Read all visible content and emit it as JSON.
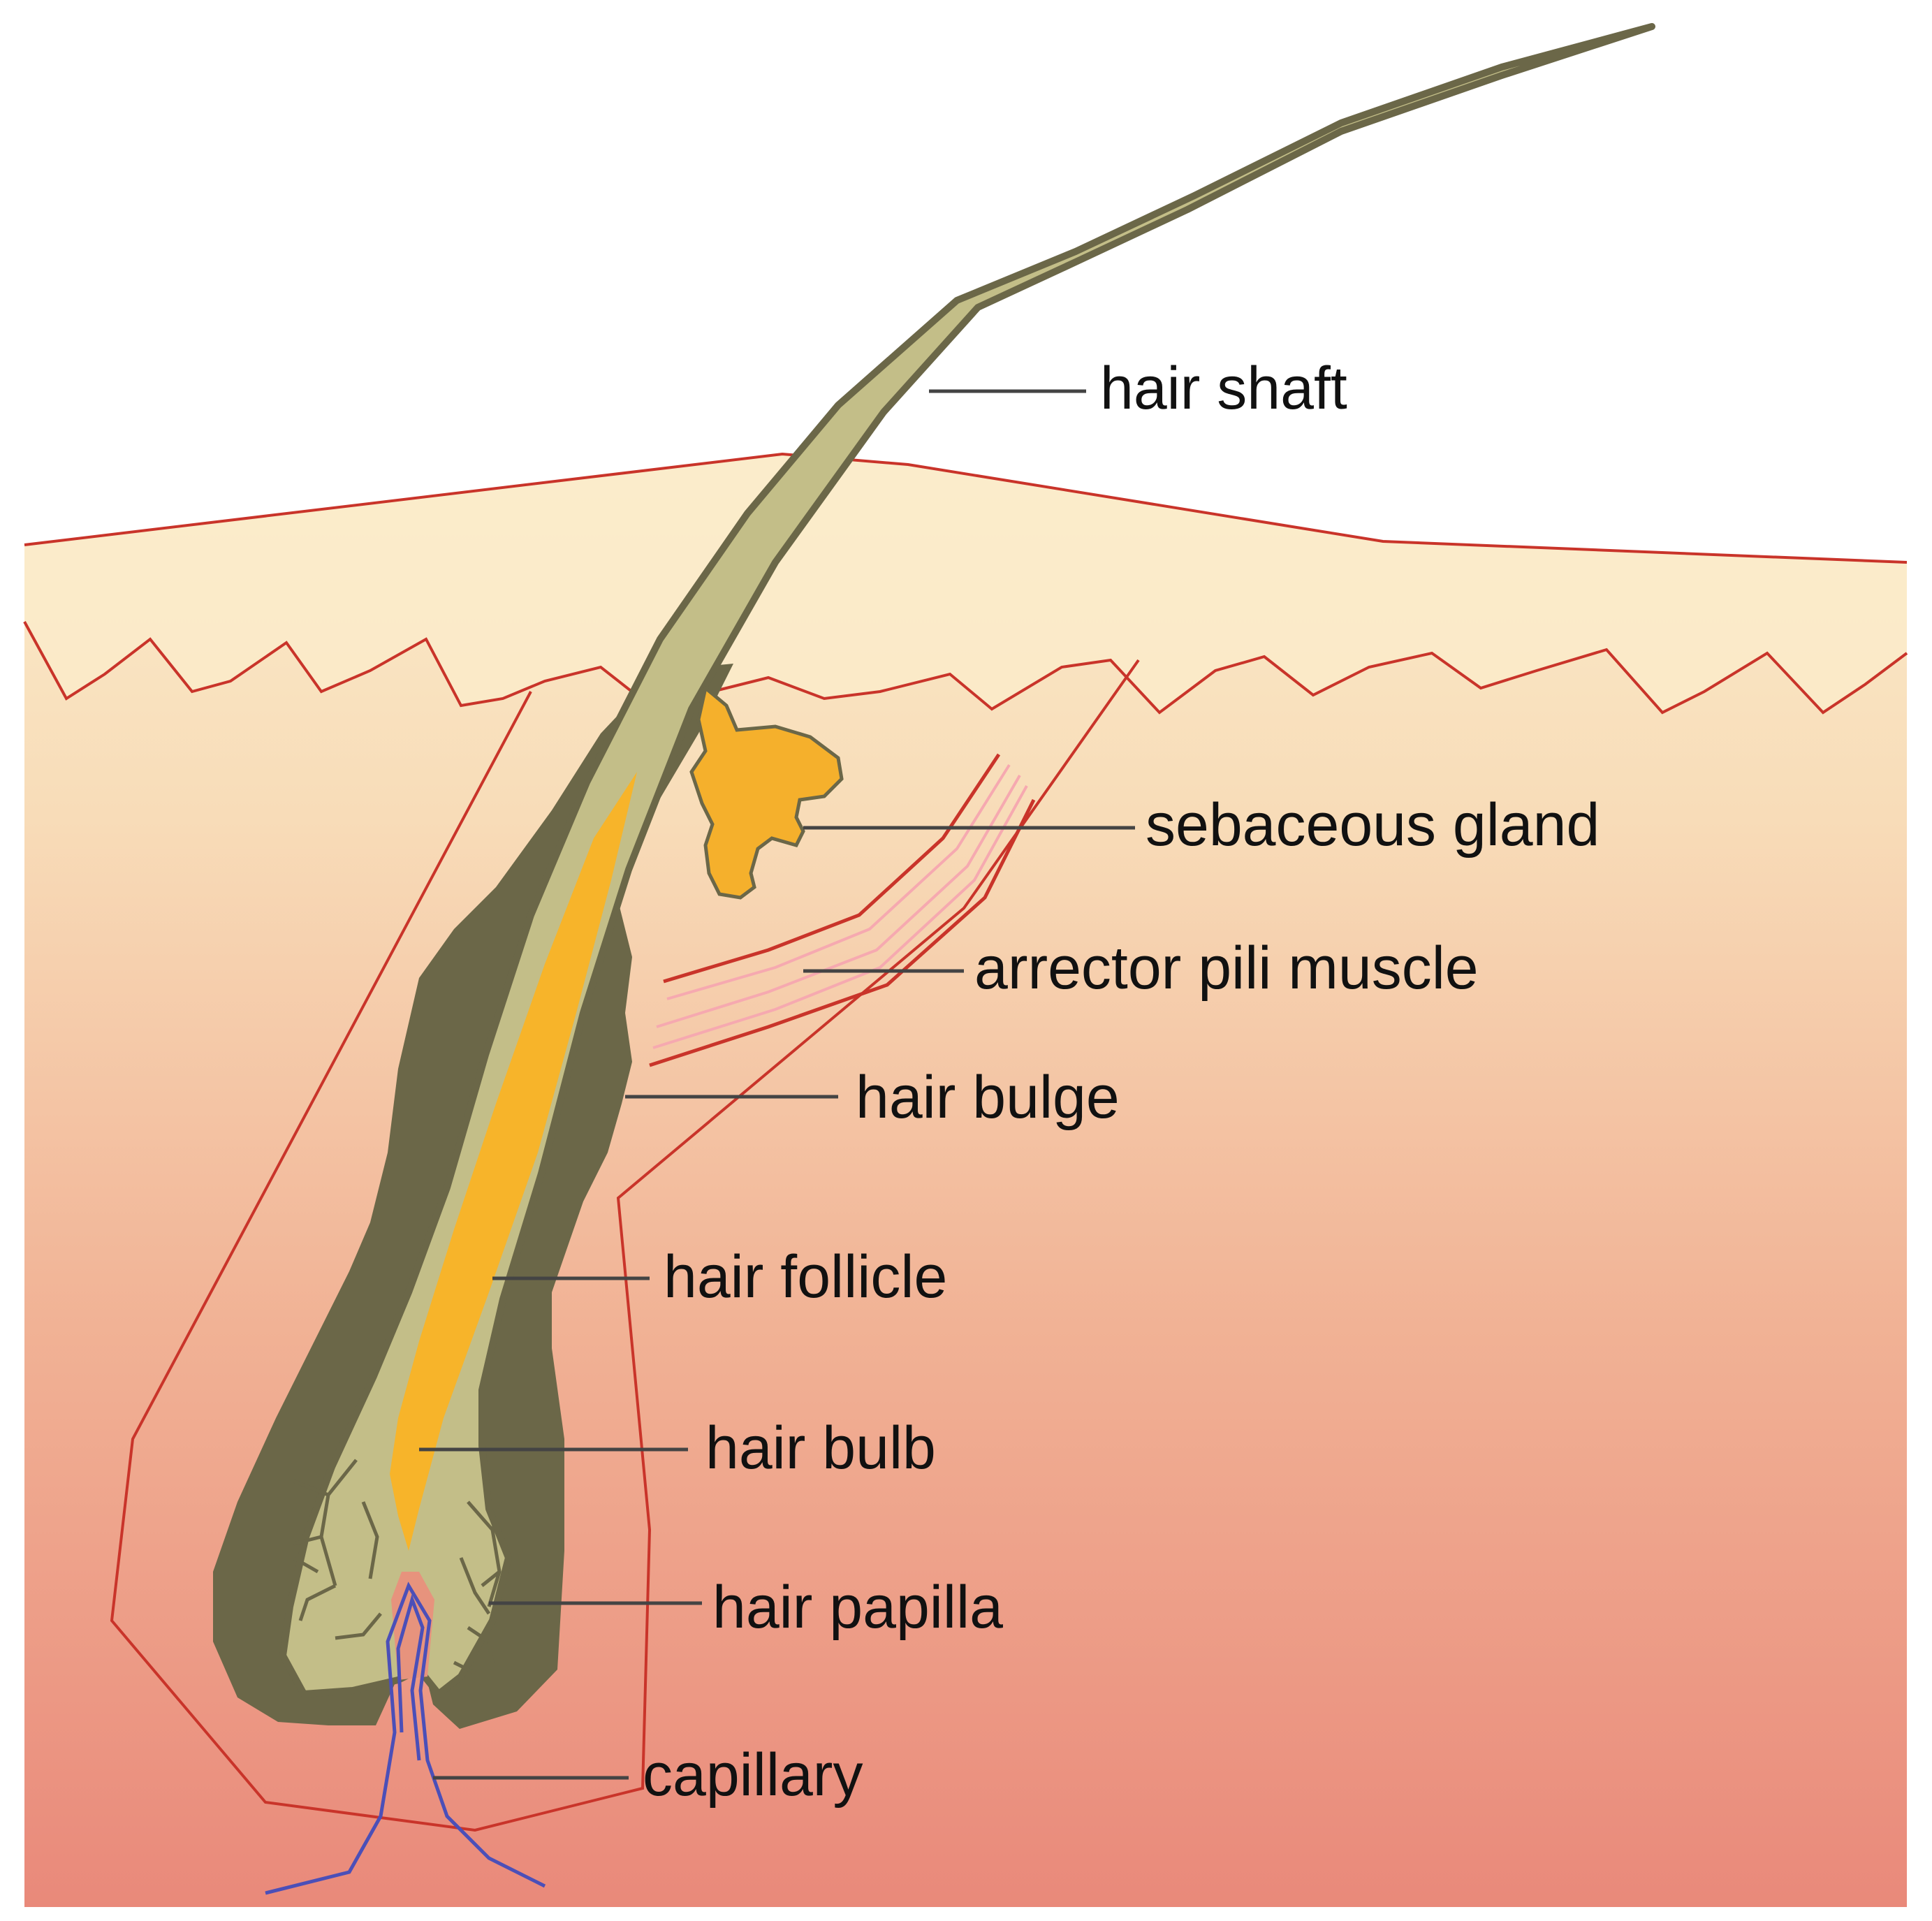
{
  "labels": {
    "hair_shaft": "hair shaft",
    "sebaceous_gland": "sebaceous gland",
    "arrector_pili_muscle": "arrector pili muscle",
    "hair_bulge": "hair bulge",
    "hair_follicle": "hair follicle",
    "hair_bulb": "hair bulb",
    "hair_papilla": "hair papilla",
    "capillary": "capillary"
  },
  "colors": {
    "skin_top": "#fbeccb",
    "skin_bottom": "#e9897a",
    "outline_red": "#c9342a",
    "follicle_dark": "#6b6748",
    "shaft_light": "#c3be88",
    "core_orange": "#f7b42a",
    "gland_orange": "#f5b02c",
    "capillary_blue": "#4b4fb8",
    "muscle_pink": "#f6a9b0"
  }
}
